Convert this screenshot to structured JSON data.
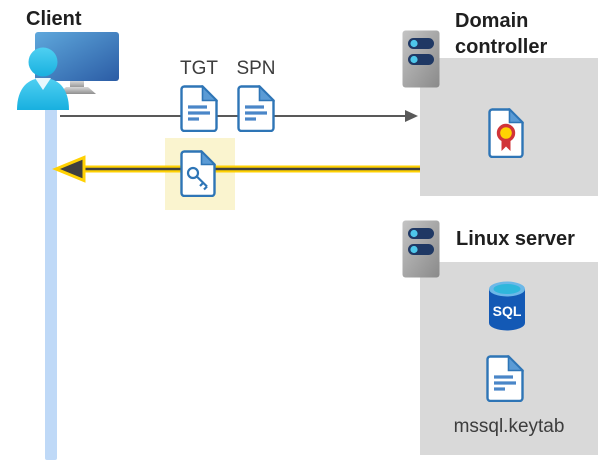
{
  "client": {
    "label": "Client"
  },
  "flow": {
    "tgt_label": "TGT",
    "spn_label": "SPN"
  },
  "domain_controller": {
    "label": "Domain controller"
  },
  "linux_server": {
    "label": "Linux server",
    "sql_icon_label": "SQL",
    "keytab_label": "mssql.keytab"
  },
  "icons": {
    "client": "monitor-user-icon",
    "servers": "server-rack-icon",
    "tgt": "document-icon",
    "spn": "document-icon",
    "ticket": "key-document-icon",
    "certificate": "certificate-icon",
    "database": "sql-database-icon",
    "keytab": "document-icon",
    "request": "right-arrow-icon",
    "response": "highlighted-left-arrow-icon"
  },
  "colors": {
    "box-gray": "#D9D9D9",
    "highlight-cream": "#FAF4CF",
    "arrow-yellow": "#FFD103",
    "arrow-dark": "#3F3F3F",
    "request-gray": "#595959",
    "lifeline-blue": "#BFD9F7",
    "doc-blue": "#2E75B6",
    "doc-fold-blue": "#5B9BD5",
    "doc-line-blue": "#4A86C8",
    "sql-blue": "#1359B5",
    "sql-cyan": "#2FB7DC",
    "cert-red": "#D13438",
    "cert-gold": "#FFD302",
    "person-cyan": "#2EC4EC",
    "heading-dark": "#1F1F1F",
    "label-gray": "#3D3D3D"
  }
}
